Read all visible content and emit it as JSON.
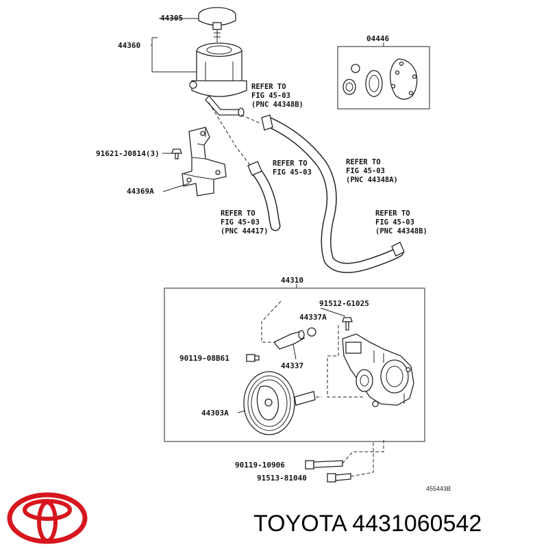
{
  "labels": {
    "p44305": "44305",
    "p44360": "44360",
    "p04446": "04446",
    "p91621": "91621-J0814(3)",
    "p44369A": "44369A",
    "p44310": "44310",
    "p91512": "91512-G1025",
    "p44337A": "44337A",
    "p90119a": "90119-08B61",
    "p44337": "44337",
    "p44303A": "44303A",
    "p90119b": "90119-10906",
    "p91513": "91513-81040"
  },
  "refs": [
    {
      "line1": "REFER TO",
      "line2": "FIG 45-03",
      "line3": "(PNC 44348B)"
    },
    {
      "line1": "REFER TO",
      "line2": "FIG 45-03",
      "line3": ""
    },
    {
      "line1": "REFER TO",
      "line2": "FIG 45-03",
      "line3": "(PNC 44348A)"
    },
    {
      "line1": "REFER TO",
      "line2": "FIG 45-03",
      "line3": "(PNC 44417)"
    },
    {
      "line1": "REFER TO",
      "line2": "FIG 45-03",
      "line3": "(PNC 44348B)"
    }
  ],
  "diagram_code": "455443B",
  "brand": {
    "name_and_part": "TOYOTA 4431060542",
    "logo_color": "#d7161d",
    "logo_name": "toyota-logo"
  }
}
